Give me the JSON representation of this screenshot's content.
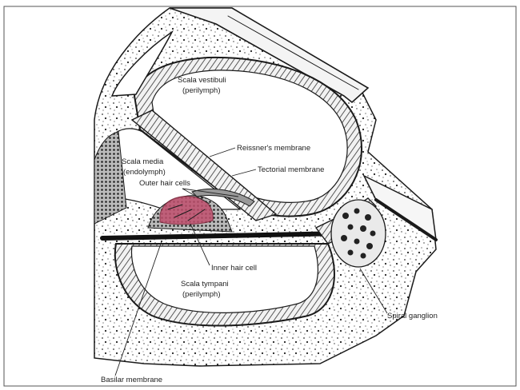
{
  "labels": {
    "scala_vestibuli": "Scala vestibuli",
    "scala_vestibuli_sub": "(perilymph)",
    "reissners_membrane": "Reissner's membrane",
    "tectorial_membrane": "Tectorial membrane",
    "scala_media": "Scala media",
    "scala_media_sub": "(endolymph)",
    "outer_hair_cells": "Outer hair cells",
    "inner_hair_cell": "Inner hair cell",
    "scala_tympani": "Scala tympani",
    "scala_tympani_sub": "(perilymph)",
    "spiral_ganglion": "Spiral ganglion",
    "basilar_membrane": "Basilar membrane"
  },
  "colors": {
    "hair_cells": "#c0506e",
    "ink": "#1a1a1a"
  }
}
